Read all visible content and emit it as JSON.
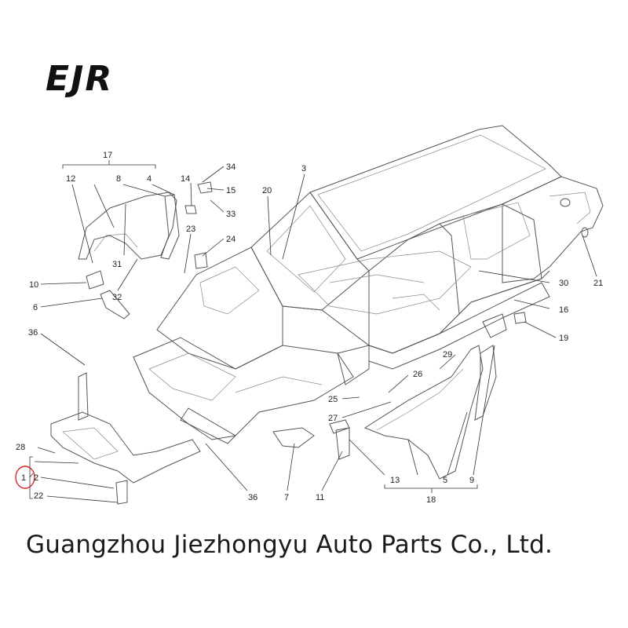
{
  "logo": {
    "text": "EJR"
  },
  "company": "Guangzhou Jiezhongyu Auto Parts Co., Ltd.",
  "callouts": {
    "c1": "1",
    "c2": "2",
    "c3": "3",
    "c4": "4",
    "c5": "5",
    "c6": "6",
    "c7": "7",
    "c8": "8",
    "c9": "9",
    "c10": "10",
    "c11": "11",
    "c12": "12",
    "c13": "13",
    "c14": "14",
    "c15": "15",
    "c16": "16",
    "c17": "17",
    "c18": "18",
    "c19": "19",
    "c20": "20",
    "c21": "21",
    "c22": "22",
    "c23": "23",
    "c24": "24",
    "c25": "25",
    "c26": "26",
    "c27": "27",
    "c28": "28",
    "c29": "29",
    "c30": "30",
    "c31": "31",
    "c32": "32",
    "c33": "33",
    "c34": "34",
    "c36a": "36",
    "c36b": "36"
  },
  "colors": {
    "highlight_circle": "#d9252a",
    "logo": "#111111",
    "line_art": "#555555"
  }
}
